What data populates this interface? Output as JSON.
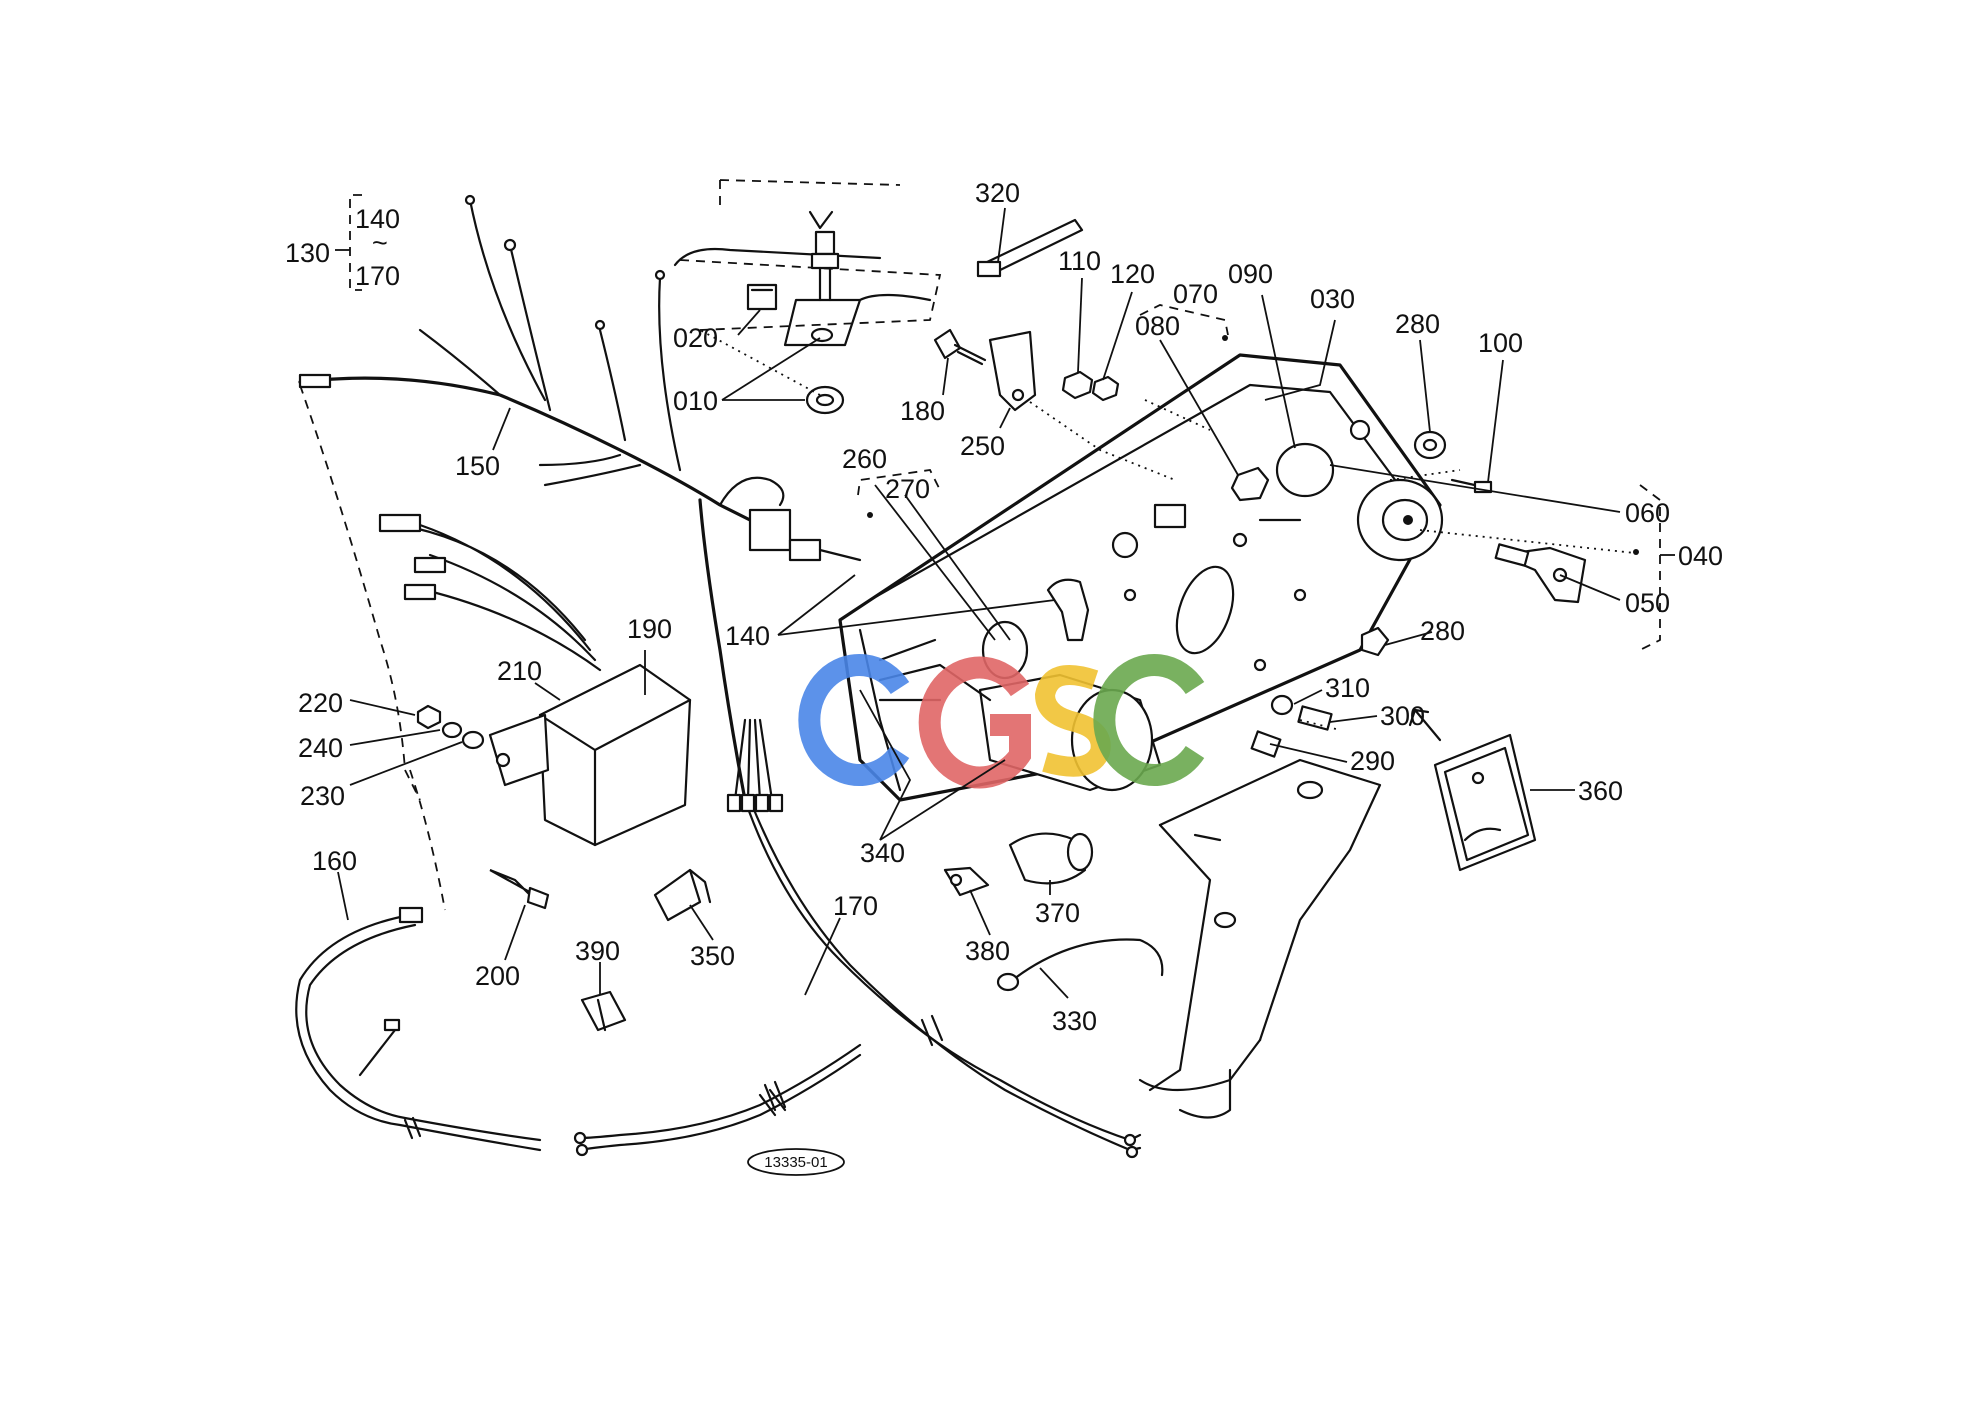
{
  "diagram": {
    "drawing_number": "13335-01",
    "watermark": {
      "text": "CGSC",
      "colors": [
        "#4a86e8",
        "#e06666",
        "#f1c232",
        "#6aa84f"
      ]
    },
    "group_label": {
      "main": "130",
      "from": "140",
      "range_mark": "~",
      "to": "170"
    },
    "parts": [
      {
        "id": "p010",
        "text": "010"
      },
      {
        "id": "p020",
        "text": "020"
      },
      {
        "id": "p030",
        "text": "030"
      },
      {
        "id": "p040",
        "text": "040"
      },
      {
        "id": "p050",
        "text": "050"
      },
      {
        "id": "p060",
        "text": "060"
      },
      {
        "id": "p070",
        "text": "070"
      },
      {
        "id": "p080",
        "text": "080"
      },
      {
        "id": "p090",
        "text": "090"
      },
      {
        "id": "p100",
        "text": "100"
      },
      {
        "id": "p110",
        "text": "110"
      },
      {
        "id": "p120",
        "text": "120"
      },
      {
        "id": "p140",
        "text": "140"
      },
      {
        "id": "p150",
        "text": "150"
      },
      {
        "id": "p160",
        "text": "160"
      },
      {
        "id": "p170",
        "text": "170"
      },
      {
        "id": "p180",
        "text": "180"
      },
      {
        "id": "p190",
        "text": "190"
      },
      {
        "id": "p200",
        "text": "200"
      },
      {
        "id": "p210",
        "text": "210"
      },
      {
        "id": "p220",
        "text": "220"
      },
      {
        "id": "p230",
        "text": "230"
      },
      {
        "id": "p240",
        "text": "240"
      },
      {
        "id": "p250",
        "text": "250"
      },
      {
        "id": "p260",
        "text": "260"
      },
      {
        "id": "p270",
        "text": "270"
      },
      {
        "id": "p280a",
        "text": "280"
      },
      {
        "id": "p280b",
        "text": "280"
      },
      {
        "id": "p290",
        "text": "290"
      },
      {
        "id": "p300",
        "text": "300"
      },
      {
        "id": "p310",
        "text": "310"
      },
      {
        "id": "p320",
        "text": "320"
      },
      {
        "id": "p330",
        "text": "330"
      },
      {
        "id": "p340",
        "text": "340"
      },
      {
        "id": "p350",
        "text": "350"
      },
      {
        "id": "p360",
        "text": "360"
      },
      {
        "id": "p370",
        "text": "370"
      },
      {
        "id": "p380",
        "text": "380"
      },
      {
        "id": "p390",
        "text": "390"
      }
    ]
  }
}
